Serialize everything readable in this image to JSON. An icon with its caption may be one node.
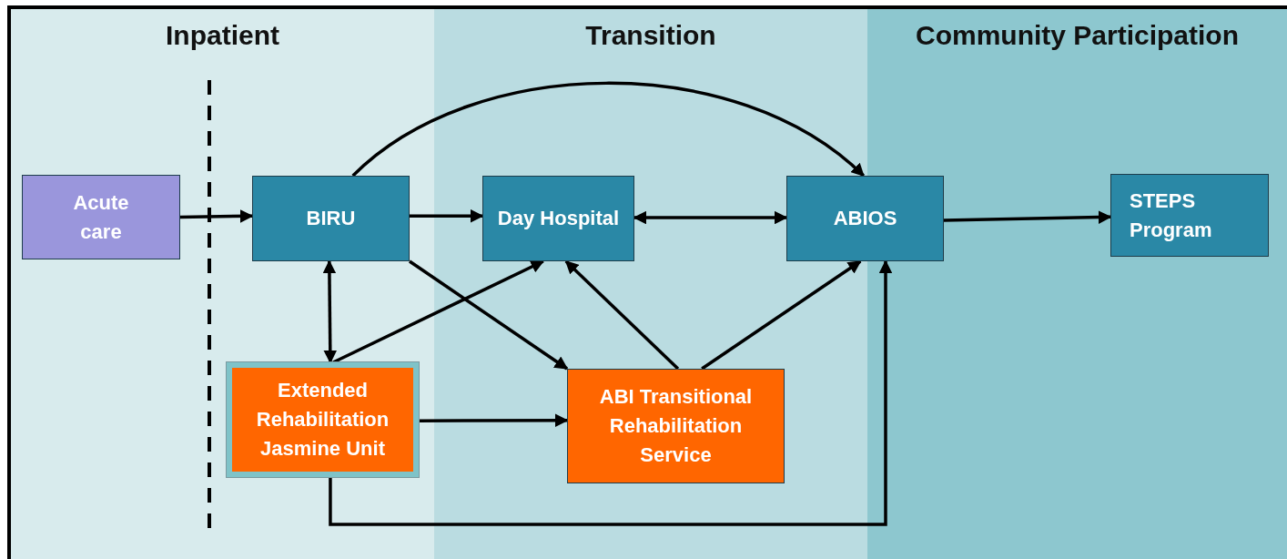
{
  "diagram": {
    "nodes": [
      {
        "text": [
          "Inpatient"
        ]
      },
      {
        "text": [
          "Transition"
        ]
      },
      {
        "text": [
          "Community Participation"
        ]
      },
      {
        "text": [
          "Acute care"
        ],
        "in": 0
      },
      {
        "text": [
          "BIRU"
        ],
        "in": 0
      },
      {
        "text": [
          "Day Hospital"
        ],
        "in": 1
      },
      {
        "text": [
          "ABIOS"
        ]
      },
      {
        "text": [
          "STEPS Program"
        ],
        "in": 2
      },
      {
        "text": [
          "Extended Rehabilitation Jasmine Unit"
        ],
        "in": 0
      },
      {
        "text": [
          "ABI Transitional Rehabilitation Service"
        ],
        "in": 1
      }
    ],
    "edges": [
      {
        "from": 3,
        "to": 4,
        "arrow": "to"
      },
      {
        "from": 4,
        "to": 5,
        "arrow": "to"
      },
      {
        "from": 5,
        "to": 6,
        "arrow": "both"
      },
      {
        "from": 6,
        "to": 7,
        "arrow": "to"
      },
      {
        "from": 4,
        "to": 6,
        "arrow": "to"
      },
      {
        "from": 4,
        "to": 8,
        "arrow": "both"
      },
      {
        "from": 8,
        "to": 5,
        "arrow": "to"
      },
      {
        "from": 4,
        "to": 9,
        "arrow": "to"
      },
      {
        "from": 8,
        "to": 9,
        "arrow": "to"
      },
      {
        "from": 9,
        "to": 5,
        "arrow": "to"
      },
      {
        "from": 9,
        "to": 6,
        "arrow": "to"
      },
      {
        "from": 8,
        "to": 6,
        "arrow": "to"
      }
    ]
  }
}
